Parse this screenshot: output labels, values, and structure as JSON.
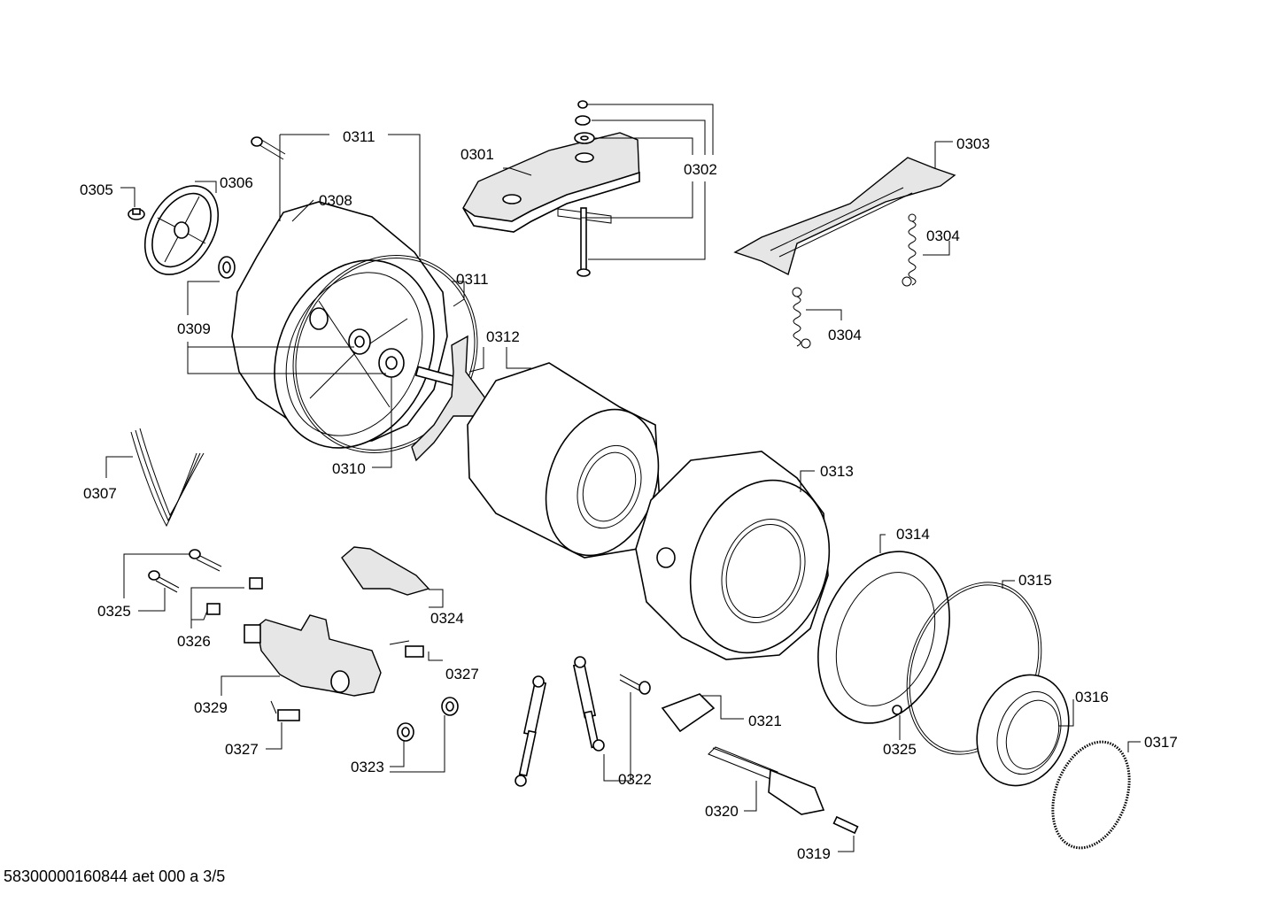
{
  "footer": "58300000160844 aet 000 a 3/5",
  "labels": {
    "l0301": "0301",
    "l0302": "0302",
    "l0303": "0303",
    "l0304a": "0304",
    "l0304b": "0304",
    "l0305": "0305",
    "l0306": "0306",
    "l0307": "0307",
    "l0308": "0308",
    "l0309": "0309",
    "l0310": "0310",
    "l0311a": "0311",
    "l0311b": "0311",
    "l0312": "0312",
    "l0313": "0313",
    "l0314": "0314",
    "l0315": "0315",
    "l0316": "0316",
    "l0317": "0317",
    "l0319": "0319",
    "l0320": "0320",
    "l0321": "0321",
    "l0322": "0322",
    "l0323": "0323",
    "l0324": "0324",
    "l0325a": "0325",
    "l0325b": "0325",
    "l0326": "0326",
    "l0327a": "0327",
    "l0327b": "0327",
    "l0329": "0329"
  }
}
